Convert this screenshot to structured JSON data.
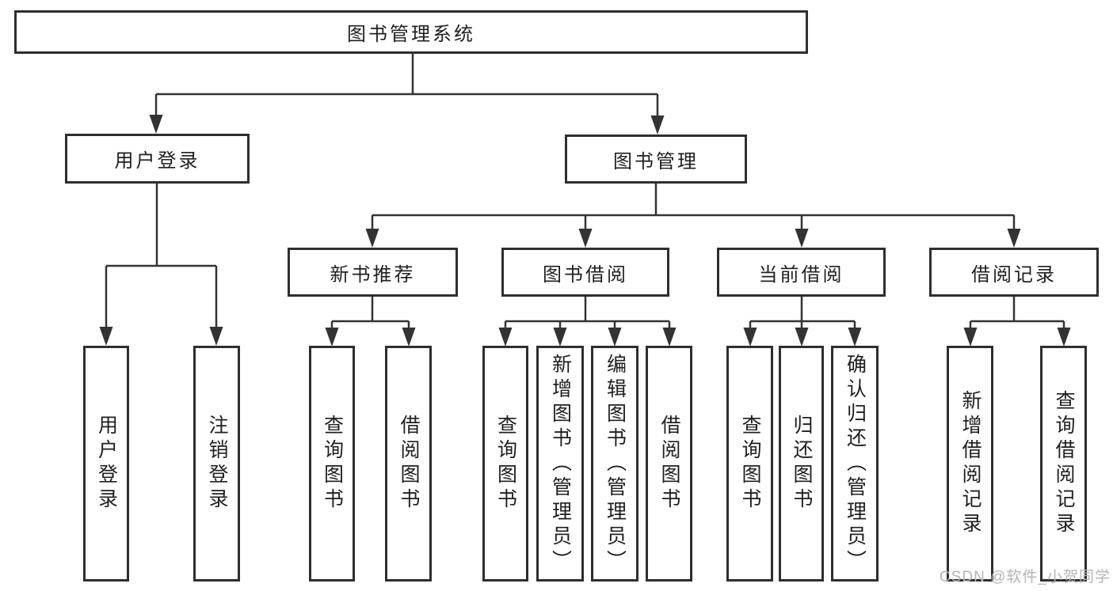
{
  "tree": {
    "label": "图书管理系统",
    "children": [
      {
        "label": "用户登录",
        "children": [
          {
            "label": "用户登录"
          },
          {
            "label": "注销登录"
          }
        ]
      },
      {
        "label": "图书管理",
        "children": [
          {
            "label": "新书推荐",
            "children": [
              {
                "label": "查询图书"
              },
              {
                "label": "借阅图书"
              }
            ]
          },
          {
            "label": "图书借阅",
            "children": [
              {
                "label": "查询图书"
              },
              {
                "label": "新增图书（管理员）"
              },
              {
                "label": "编辑图书（管理员）"
              },
              {
                "label": "借阅图书"
              }
            ]
          },
          {
            "label": "当前借阅",
            "children": [
              {
                "label": "查询图书"
              },
              {
                "label": "归还图书"
              },
              {
                "label": "确认归还（管理员）"
              }
            ]
          },
          {
            "label": "借阅记录",
            "children": [
              {
                "label": "新增借阅记录"
              },
              {
                "label": "查询借阅记录"
              }
            ]
          }
        ]
      }
    ]
  },
  "watermark": {
    "text": "CSDN @软件_小贺同学"
  },
  "colors": {
    "line": "#333333",
    "box_border": "#2e2e2e",
    "text": "#1f1f1f",
    "watermark": "#b5b5b5",
    "background": "#ffffff"
  }
}
